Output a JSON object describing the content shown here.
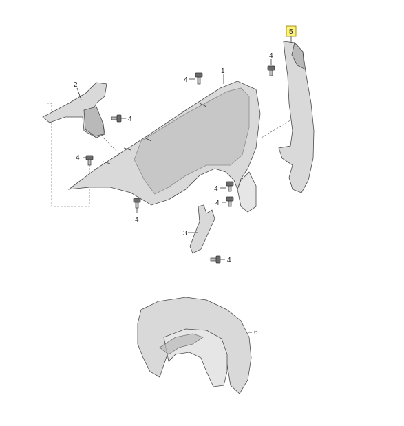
{
  "callouts": [
    {
      "id": "c1",
      "label": "1"
    },
    {
      "id": "c2",
      "label": "2"
    },
    {
      "id": "c3",
      "label": "3"
    },
    {
      "id": "c4a",
      "label": "4"
    },
    {
      "id": "c4b",
      "label": "4"
    },
    {
      "id": "c4c",
      "label": "4"
    },
    {
      "id": "c4d",
      "label": "4"
    },
    {
      "id": "c4e",
      "label": "4"
    },
    {
      "id": "c4f",
      "label": "4"
    },
    {
      "id": "c4g",
      "label": "4"
    },
    {
      "id": "c4h",
      "label": "4"
    },
    {
      "id": "c5",
      "label": "5"
    },
    {
      "id": "c6",
      "label": "6"
    }
  ],
  "highlight_color": "#fff27a",
  "part_color": "#d9d9d9"
}
